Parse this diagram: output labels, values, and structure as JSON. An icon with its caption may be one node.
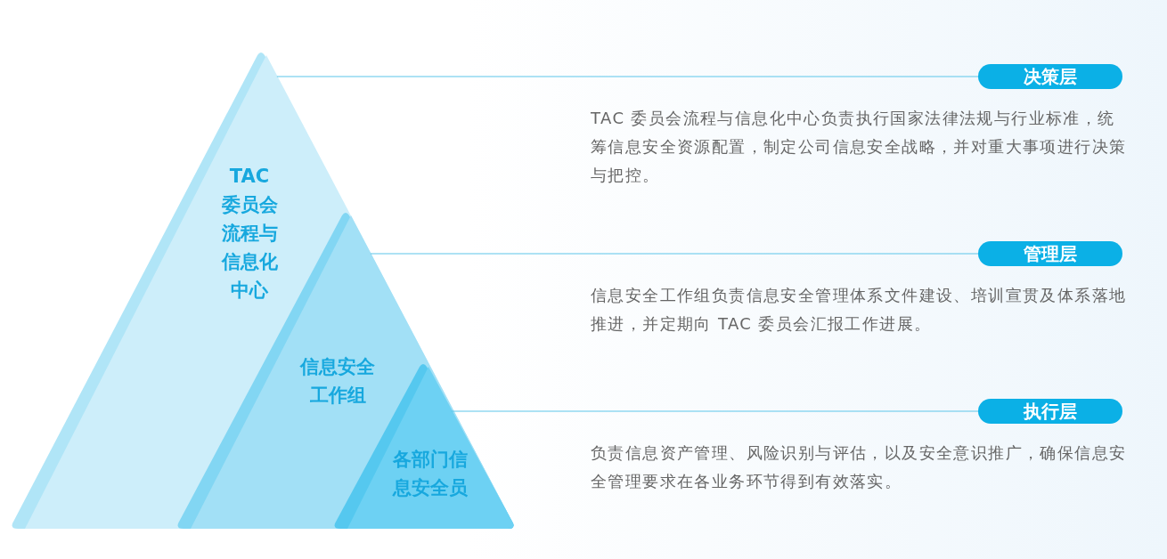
{
  "diagram": {
    "nodes": [
      {
        "text": [
          "TAC 委员会流程与信息化中心"
        ]
      },
      {
        "text": [
          "信息安全工作组"
        ],
        "in": 0
      },
      {
        "text": [
          "各部门信息安全员"
        ],
        "in": 1
      },
      {
        "text": [
          "决策层"
        ],
        "beside": [
          "TAC 委员会流程与信息化中心负责执行国家法律法规与行业标准，统筹信息安全资源配置，制定公司信息安全战略，并对重大事项进行决策与把控。"
        ]
      },
      {
        "text": [
          "管理层"
        ],
        "beside": [
          "信息安全工作组负责信息安全管理体系文件建设、培训宣贯及体系落地推进，并定期向 TAC 委员会汇报工作进展。"
        ]
      },
      {
        "text": [
          "执行层"
        ],
        "beside": [
          "负责信息资产管理、风险识别与评估，以及安全意识推广，确保信息安全管理要求在各业务环节得到有效落实。"
        ]
      }
    ],
    "edges": [
      {
        "from": 0,
        "to": 3,
        "arrow": "none"
      },
      {
        "from": 1,
        "to": 4,
        "arrow": "none"
      },
      {
        "from": 2,
        "to": 5,
        "arrow": "none"
      }
    ]
  }
}
